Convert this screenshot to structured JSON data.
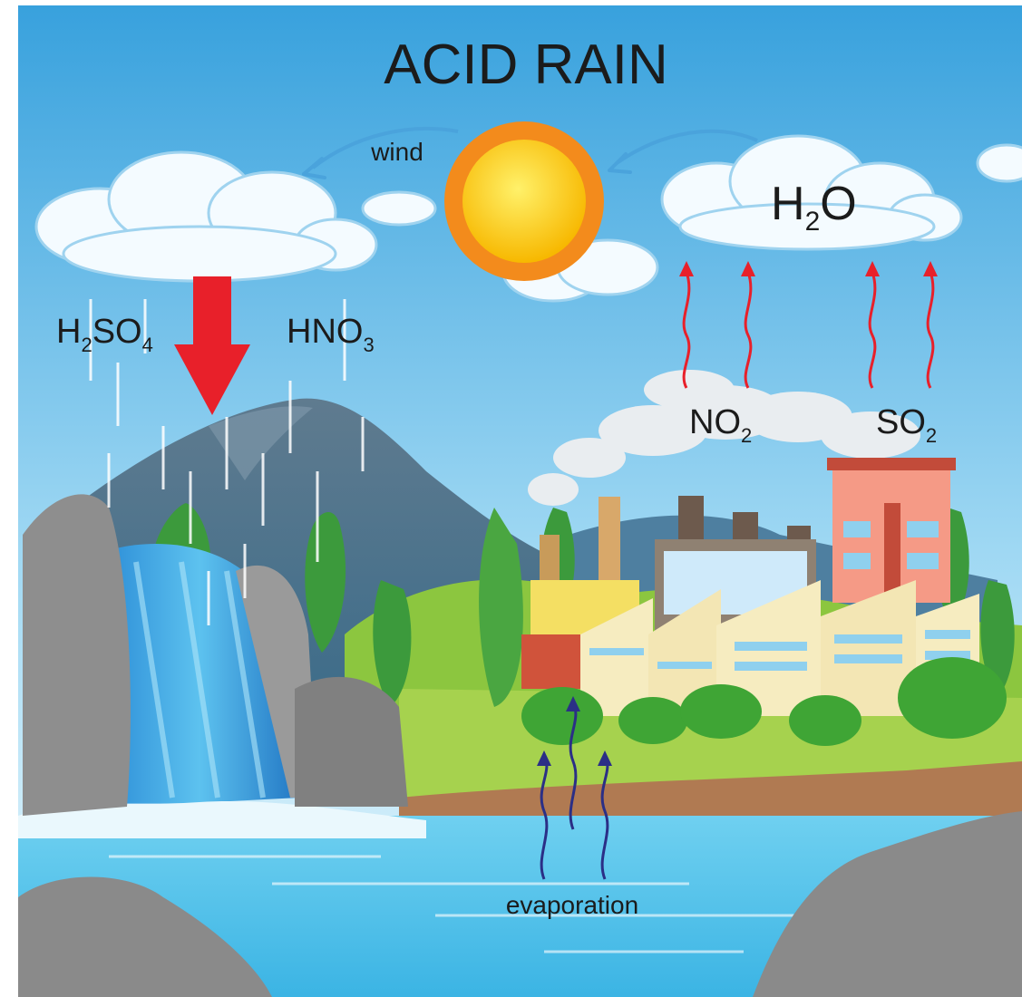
{
  "title": "ACID RAIN",
  "labels": {
    "wind": "wind",
    "evaporation": "evaporation",
    "h2so4": {
      "base1": "H",
      "sub1": "2",
      "base2": "SO",
      "sub2": "4"
    },
    "hno3": {
      "base": "HNO",
      "sub": "3"
    },
    "h2o": {
      "base1": "H",
      "sub": "2",
      "base2": "O"
    },
    "no2": {
      "base": "NO",
      "sub": "2"
    },
    "so2": {
      "base": "SO",
      "sub": "2"
    }
  },
  "colors": {
    "sky_top": "#3aa3de",
    "sky_bottom": "#e9f7fd",
    "acid_arrow": "#e8202a",
    "emission_arrow": "#e8202a",
    "evaporation_arrow": "#2b2f86",
    "wind_arrow": "#4aa3dc",
    "water": "#4fc3ea",
    "grass": "#9bd14a"
  },
  "icons": [
    "sun-icon",
    "cloud-icon",
    "factory-icon",
    "waterfall-icon",
    "mountain-icon",
    "tree-icon",
    "rock-icon"
  ]
}
